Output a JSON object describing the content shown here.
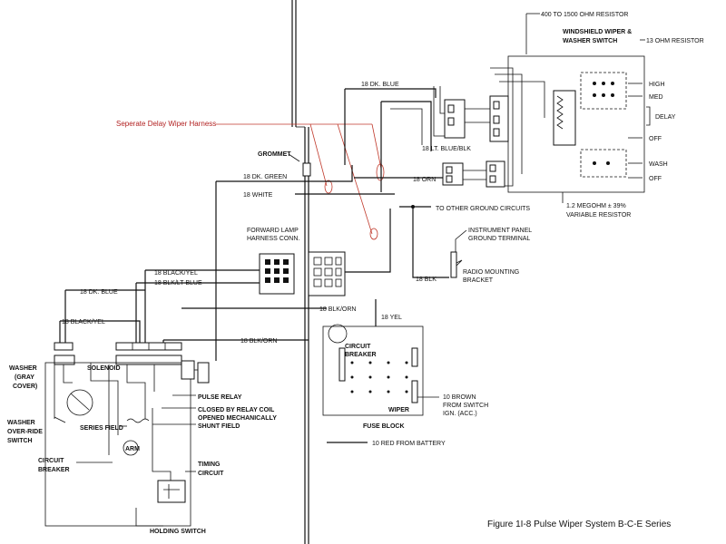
{
  "diagram": {
    "caption": "Figure 1I-8 Pulse Wiper System B-C-E Series",
    "annotation": "Seperate Delay Wiper Harness",
    "top_right": {
      "resistor_400": "400 TO 1500 OHM RESISTOR",
      "switch_title_1": "WINDSHIELD WIPER &",
      "switch_title_2": "WASHER SWITCH",
      "resistor_13": "13 OHM RESISTOR",
      "high": "HIGH",
      "med": "MED",
      "delay": "DELAY",
      "off1": "OFF",
      "wash": "WASH",
      "off2": "OFF",
      "var_res_1": "1.2 MEGOHM ± 39%",
      "var_res_2": "VARIABLE RESISTOR"
    },
    "wires": {
      "dk_blue_top": "18 DK. BLUE",
      "lt_blue_blk": "18 LT. BLUE/BLK",
      "grommet": "GROMMET",
      "dk_green": "18 DK. GREEN",
      "white": "18 WHITE",
      "orn": "18 ORN",
      "other_ground": "TO OTHER GROUND CIRCUITS",
      "inst_panel_1": "INSTRUMENT PANEL",
      "inst_panel_2": "GROUND TERMINAL",
      "radio_1": "RADIO MOUNTING",
      "radio_2": "BRACKET",
      "blk": "18 BLK",
      "fwd_lamp_1": "FORWARD LAMP",
      "fwd_lamp_2": "HARNESS CONN.",
      "black_yel": "18 BLACK/YEL",
      "blk_lt_blue": "18 BLK/LT BLUE",
      "dk_blue_left": "18 DK. BLUE",
      "black_yel_left": "18 BLACK/YEL",
      "blk_orn_mid": "18 BLK/ORN",
      "blk_orn": "18 BLK/ORN",
      "yel": "18 YEL",
      "circuit": "CIRCUIT",
      "breaker": "BREAKER",
      "brown_1": "10 BROWN",
      "brown_2": "FROM SWITCH",
      "brown_3": "IGN. (ACC.)",
      "wiper": "WIPER",
      "fuse_block": "FUSE BLOCK",
      "red_battery": "10 RED FROM BATTERY"
    },
    "motor": {
      "washer_1": "WASHER",
      "washer_2": "(GRAY",
      "washer_3": "COVER)",
      "solenoid": "SOLENOID",
      "override_1": "WASHER",
      "override_2": "OVER-RIDE",
      "override_3": "SWITCH",
      "series_field": "SERIES FIELD",
      "arm": "ARM",
      "cb_1": "CIRCUIT",
      "cb_2": "BREAKER",
      "pulse_relay": "PULSE RELAY",
      "closed_1": "CLOSED BY RELAY COIL",
      "closed_2": "OPENED MECHANICALLY",
      "shunt": "SHUNT FIELD",
      "timing_1": "TIMING",
      "timing_2": "CIRCUIT",
      "holding": "HOLDING SWITCH"
    }
  }
}
